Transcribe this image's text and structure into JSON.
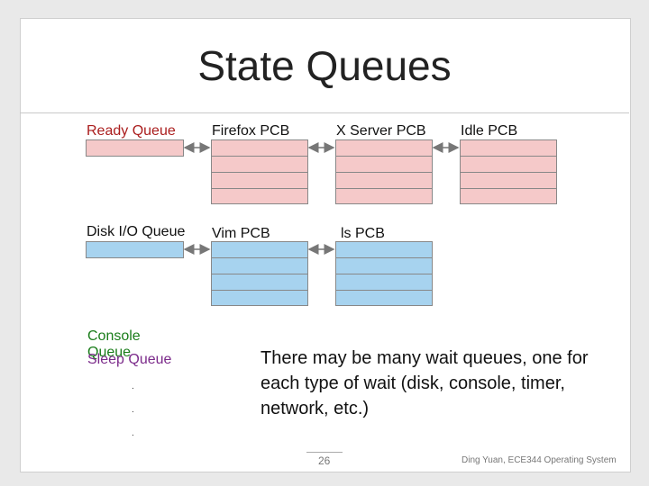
{
  "slide": {
    "title": "State Queues",
    "note": "There may be many wait queues, one for each type of wait (disk, console, timer, network, etc.)",
    "page_number": "26",
    "footer": "Ding Yuan, ECE344 Operating System"
  },
  "queues": {
    "ready": "Ready Queue",
    "disk": "Disk I/O Queue",
    "console": "Console Queue",
    "sleep": "Sleep Queue"
  },
  "pcbs": {
    "firefox": "Firefox PCB",
    "xserver": "X Server PCB",
    "idle": "Idle PCB",
    "vim": "Vim PCB",
    "ls": "ls PCB"
  },
  "ellipsis": [
    ".",
    ".",
    "."
  ],
  "colors": {
    "ready_pcb_fill": "#f5c9c9",
    "wait_pcb_fill": "#a7d3ef",
    "ready_label": "#aa1d1d",
    "console_label": "#1a7d1a",
    "sleep_label": "#7b2a8a"
  }
}
